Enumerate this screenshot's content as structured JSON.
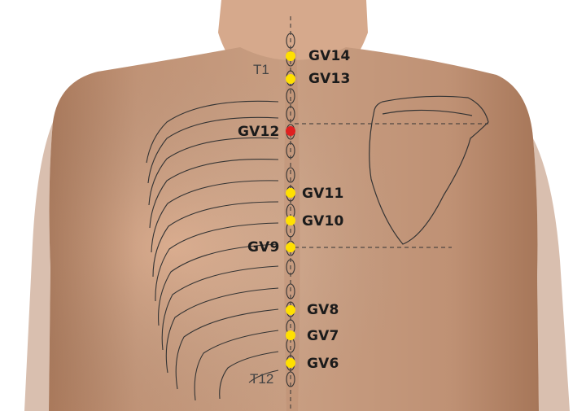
{
  "vertebra_labels": {
    "t1": "T1",
    "t12": "T12"
  },
  "points": {
    "gv14": {
      "label": "GV14",
      "color": "#ffe000"
    },
    "gv13": {
      "label": "GV13",
      "color": "#ffe000"
    },
    "gv12": {
      "label": "GV12",
      "color": "#e02020"
    },
    "gv11": {
      "label": "GV11",
      "color": "#ffe000"
    },
    "gv10": {
      "label": "GV10",
      "color": "#ffe000"
    },
    "gv9": {
      "label": "GV9",
      "color": "#ffe000"
    },
    "gv8": {
      "label": "GV8",
      "color": "#ffe000"
    },
    "gv7": {
      "label": "GV7",
      "color": "#ffe000"
    },
    "gv6": {
      "label": "GV6",
      "color": "#ffe000"
    }
  },
  "colors": {
    "background": "#ffffff",
    "skin": "#d9ac8e",
    "line": "#333333"
  }
}
